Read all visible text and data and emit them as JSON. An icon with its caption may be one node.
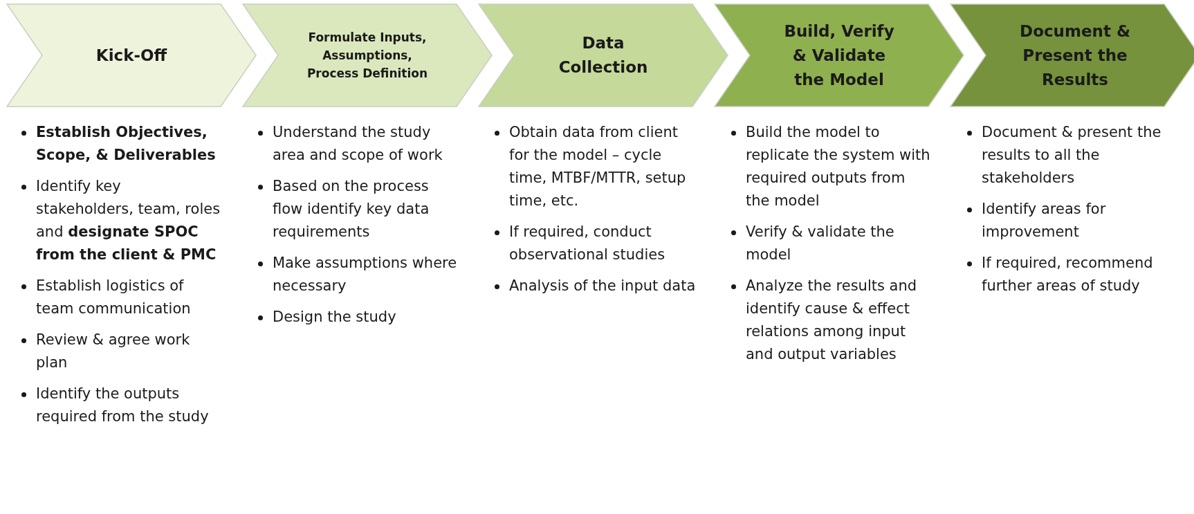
{
  "diagram": {
    "nodes": [
      {
        "text": [
          "Kick-Off"
        ],
        "beside": [
          "**Establish Objectives, Scope, & Deliverables**",
          "Identify key stakeholders, team, roles and **designate SPOC from the client & PMC**",
          "Establish logistics of team communication",
          "Review & agree work plan",
          "Identify the outputs required from the study"
        ]
      },
      {
        "text": [
          "Formulate Inputs, Assumptions, Process Definition"
        ],
        "beside": [
          "Understand the study area and scope of work",
          "Based on the process flow identify key data requirements",
          "Make assumptions where necessary",
          "Design the study"
        ]
      },
      {
        "text": [
          "Data Collection"
        ],
        "beside": [
          "Obtain data from client for the model – cycle time, MTBF/MTTR, setup time, etc.",
          "If required, conduct observational studies",
          "Analysis of the input data"
        ]
      },
      {
        "text": [
          "Build, Verify & Validate the Model"
        ],
        "beside": [
          "Build the model to replicate the system with required outputs from the model",
          "Verify & validate the model",
          "Analyze the results and identify cause & effect relations among input and output variables"
        ]
      },
      {
        "text": [
          "Document & Present the Results"
        ],
        "beside": [
          "Document & present the results to all the stakeholders",
          "Identify areas for improvement",
          "If required, recommend further areas of study"
        ]
      }
    ]
  }
}
